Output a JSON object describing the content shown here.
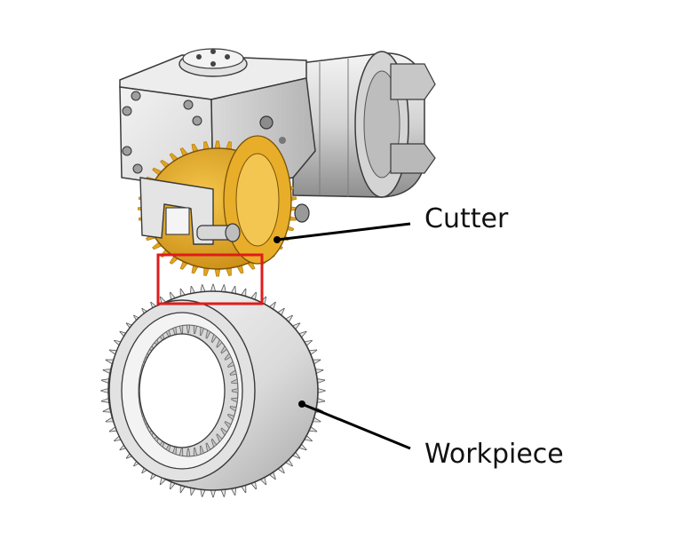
{
  "labels": {
    "cutter": "Cutter",
    "workpiece": "Workpiece"
  },
  "colors": {
    "gear_gold": "#E3A51F",
    "gear_gold_dark": "#B87E0E",
    "metal_light": "#ECECEC",
    "metal_mid": "#CFCFCF",
    "metal_dark": "#9A9A9A",
    "outline": "#3A3A3A",
    "highlight_box": "#E11B1B",
    "leader_line": "#000000"
  },
  "highlight": {
    "description": "contact-zone"
  }
}
